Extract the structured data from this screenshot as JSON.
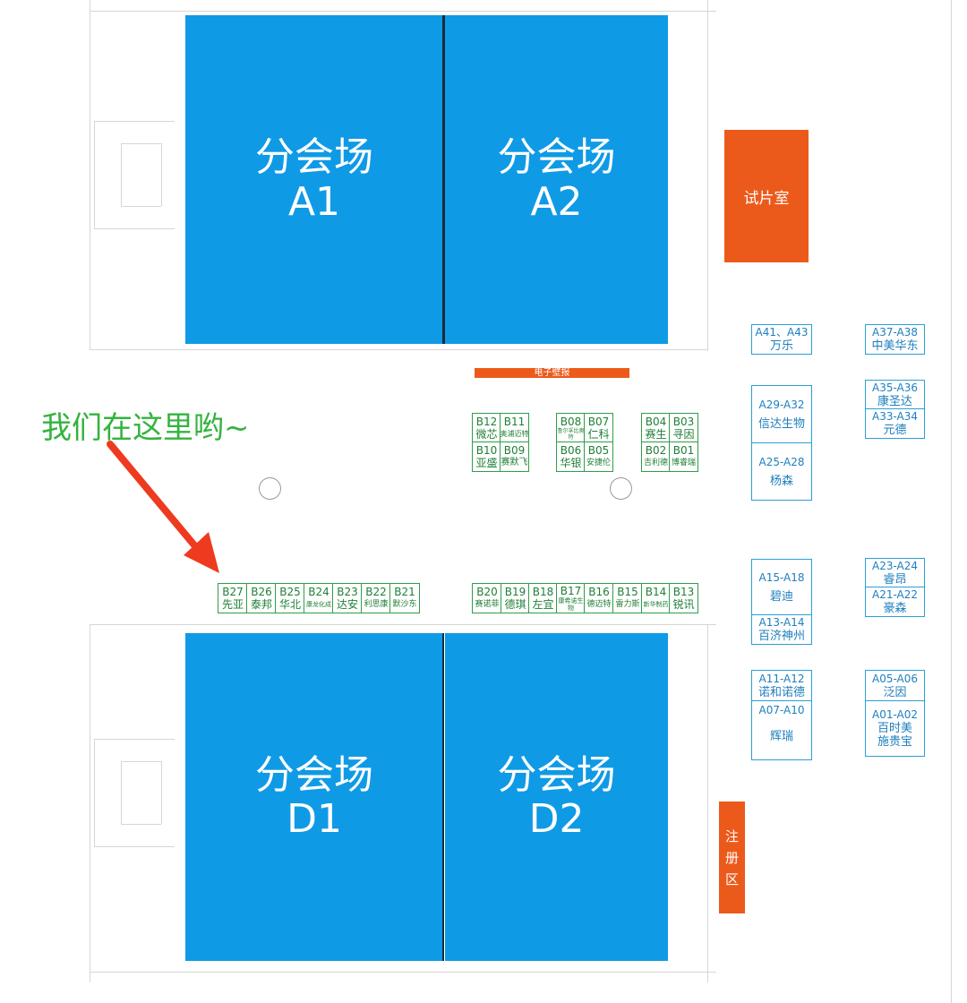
{
  "halls": {
    "a1": {
      "line1": "分会场",
      "line2": "A1"
    },
    "a2": {
      "line1": "分会场",
      "line2": "A2"
    },
    "d1": {
      "line1": "分会场",
      "line2": "D1"
    },
    "d2": {
      "line1": "分会场",
      "line2": "D2"
    }
  },
  "rooms": {
    "screening": "试片室",
    "poster": "电子壁报",
    "registration": [
      "注",
      "册",
      "区"
    ]
  },
  "pointer": {
    "text": "我们在这里哟~"
  },
  "colors": {
    "hall": "#0f9ae6",
    "room": "#ec5a1b",
    "green": "#2e9e4a",
    "blue": "#2a9fd8",
    "arrow": "#ee3a1e",
    "pointer_text": "#34b33f"
  },
  "middle_booths": [
    {
      "code": "B12",
      "name": "微芯"
    },
    {
      "code": "B11",
      "name": "奥浦迈特"
    },
    {
      "code": "B10",
      "name": "亚盛"
    },
    {
      "code": "B09",
      "name": "赛默飞"
    },
    {
      "code": "B08",
      "name": "鲁尔孚比奥特"
    },
    {
      "code": "B07",
      "name": "仁科"
    },
    {
      "code": "B06",
      "name": "华银"
    },
    {
      "code": "B05",
      "name": "安捷伦"
    },
    {
      "code": "B04",
      "name": "赛生"
    },
    {
      "code": "B03",
      "name": "寻因"
    },
    {
      "code": "B02",
      "name": "吉利德"
    },
    {
      "code": "B01",
      "name": "博睿瑞"
    }
  ],
  "row_left": [
    {
      "code": "B27",
      "name": "先亚"
    },
    {
      "code": "B26",
      "name": "泰邦"
    },
    {
      "code": "B25",
      "name": "华北"
    },
    {
      "code": "B24",
      "name": "康龙化成"
    },
    {
      "code": "B23",
      "name": "达安"
    },
    {
      "code": "B22",
      "name": "利思康"
    },
    {
      "code": "B21",
      "name": "默沙东"
    }
  ],
  "row_right": [
    {
      "code": "B20",
      "name": "赛诺菲"
    },
    {
      "code": "B19",
      "name": "德琪"
    },
    {
      "code": "B18",
      "name": "左宜"
    },
    {
      "code": "B17",
      "name": "康希诺生物"
    },
    {
      "code": "B16",
      "name": "德迈特"
    },
    {
      "code": "B15",
      "name": "雷力斯"
    },
    {
      "code": "B14",
      "name": "新华制药"
    },
    {
      "code": "B13",
      "name": "锐讯"
    }
  ],
  "a_booths": [
    {
      "code": "A41、A43",
      "name": "万乐"
    },
    {
      "code": "A37-A38",
      "name": "中美华东"
    },
    {
      "code": "A29-A32",
      "name": "信达生物"
    },
    {
      "code": "A25-A28",
      "name": "杨森"
    },
    {
      "code": "A35-A36",
      "name": "康圣达"
    },
    {
      "code": "A33-A34",
      "name": "元德"
    },
    {
      "code": "A15-A18",
      "name": "碧迪"
    },
    {
      "code": "A13-A14",
      "name": "百济神州"
    },
    {
      "code": "A23-A24",
      "name": "睿昂"
    },
    {
      "code": "A21-A22",
      "name": "豪森"
    },
    {
      "code": "A11-A12",
      "name": "诺和诺德"
    },
    {
      "code": "A07-A10",
      "name": "辉瑞"
    },
    {
      "code": "A05-A06",
      "name": "泛因"
    },
    {
      "code": "A01-A02",
      "name": "百时美",
      "name2": "施贵宝"
    }
  ]
}
